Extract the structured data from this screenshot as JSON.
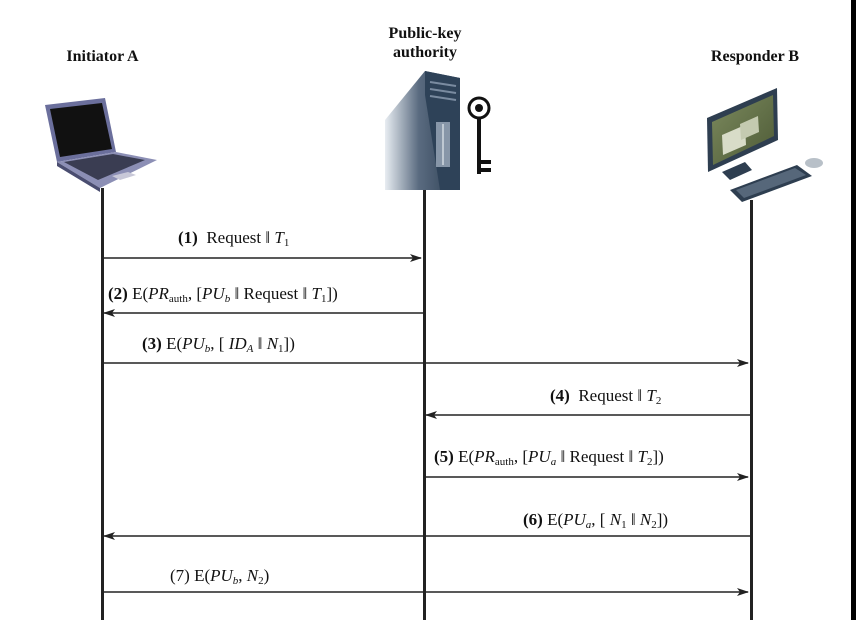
{
  "participants": [
    {
      "id": "A",
      "label": "Initiator A",
      "icon": "laptop-icon"
    },
    {
      "id": "PKA",
      "label_line1": "Public-key",
      "label_line2": "authority",
      "icon": "server-icon",
      "secondary_icon": "key-icon"
    },
    {
      "id": "B",
      "label": "Responder B",
      "icon": "desktop-computer-icon"
    }
  ],
  "messages": [
    {
      "step": "(1)",
      "from": "A",
      "to": "PKA",
      "parts": {
        "a": "Request ‖ ",
        "T": "T",
        "sub": "1"
      }
    },
    {
      "step": "(2)",
      "from": "PKA",
      "to": "A",
      "parts": {
        "E": "E(",
        "PR": "PR",
        "auth": "auth",
        "mid": ", [",
        "PU": "PU",
        "b": "b",
        "rest": " ‖ Request ‖ ",
        "T": "T",
        "sub": "1",
        "end": "])"
      }
    },
    {
      "step": "(3)",
      "from": "A",
      "to": "B",
      "parts": {
        "E": "E(",
        "PU": "PU",
        "b": "b",
        "mid": ", [ ",
        "ID": "ID",
        "A": "A",
        "sep": " ‖ ",
        "N": "N",
        "sub": "1",
        "end": "])"
      }
    },
    {
      "step": "(4)",
      "from": "B",
      "to": "PKA",
      "parts": {
        "a": "Request ‖ ",
        "T": "T",
        "sub": "2"
      }
    },
    {
      "step": "(5)",
      "from": "PKA",
      "to": "B",
      "parts": {
        "E": "E(",
        "PR": "PR",
        "auth": "auth",
        "mid": ", [",
        "PU": "PU",
        "a": "a",
        "rest": " ‖ Request ‖ ",
        "T": "T",
        "sub": "2",
        "end": "])"
      }
    },
    {
      "step": "(6)",
      "from": "B",
      "to": "A",
      "parts": {
        "E": "E(",
        "PU": "PU",
        "a": "a",
        "mid": ", [ ",
        "N1": "N",
        "s1": "1",
        "sep": " ‖ ",
        "N2": "N",
        "s2": "2",
        "end": "])"
      }
    },
    {
      "step": "(7)",
      "from": "A",
      "to": "B",
      "parts": {
        "E": "E(",
        "PU": "PU",
        "b": "b",
        "mid": ", ",
        "N": "N",
        "sub": "2",
        "end": ")"
      }
    }
  ]
}
